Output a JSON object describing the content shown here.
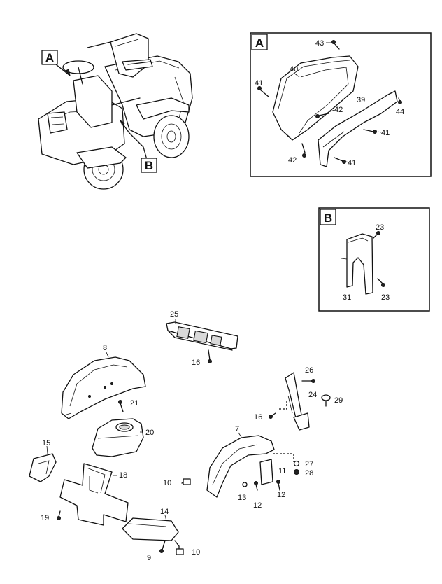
{
  "box_labels": {
    "a": "A",
    "b": "B"
  },
  "callouts": {
    "c43": "43",
    "c40": "40",
    "c41a": "41",
    "c42a": "42",
    "c39": "39",
    "c44": "44",
    "c41b": "41",
    "c42b": "42",
    "c41c": "41",
    "c23a": "23",
    "c31": "31",
    "c23b": "23",
    "c25": "25",
    "c16a": "16",
    "c8": "8",
    "c21": "21",
    "c20": "20",
    "c26": "26",
    "c24": "24",
    "c29": "29",
    "c16b": "16",
    "c7": "7",
    "c15": "15",
    "c18": "18",
    "c11": "11",
    "c27": "27",
    "c28": "28",
    "c10a": "10",
    "c13": "13",
    "c12a": "12",
    "c12b": "12",
    "c19": "19",
    "c14": "14",
    "c9": "9",
    "c10b": "10"
  }
}
